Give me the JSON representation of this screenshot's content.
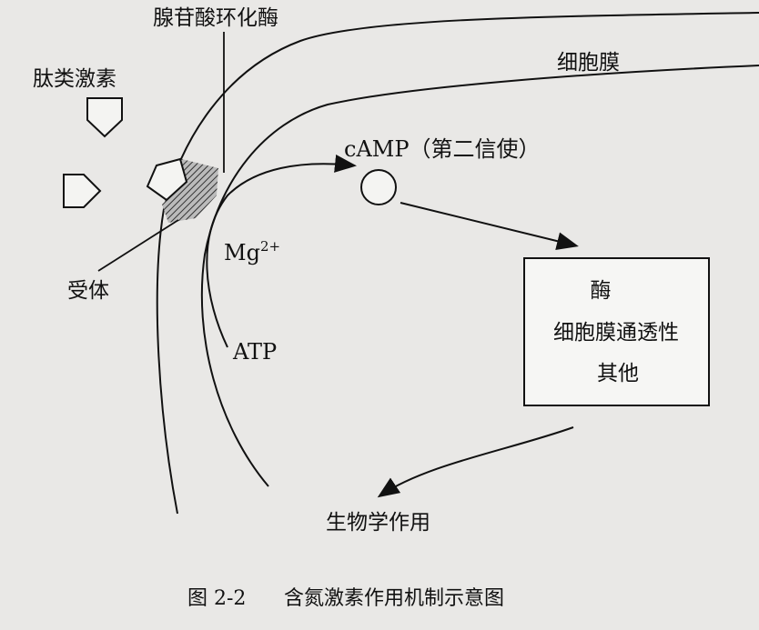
{
  "labels": {
    "adenylate_cyclase": "腺苷酸环化酶",
    "peptide_hormone": "肽类激素",
    "cell_membrane": "细胞膜",
    "camp": "cAMP（第二信使）",
    "mg": "Mg",
    "mg_sup": "2+",
    "receptor": "受体",
    "atp": "ATP",
    "biological_effect": "生物学作用"
  },
  "effect_box": {
    "line1": "酶",
    "line2": "细胞膜通透性",
    "line3": "其他"
  },
  "caption": {
    "number": "图 2-2",
    "title": "含氮激素作用机制示意图"
  }
}
